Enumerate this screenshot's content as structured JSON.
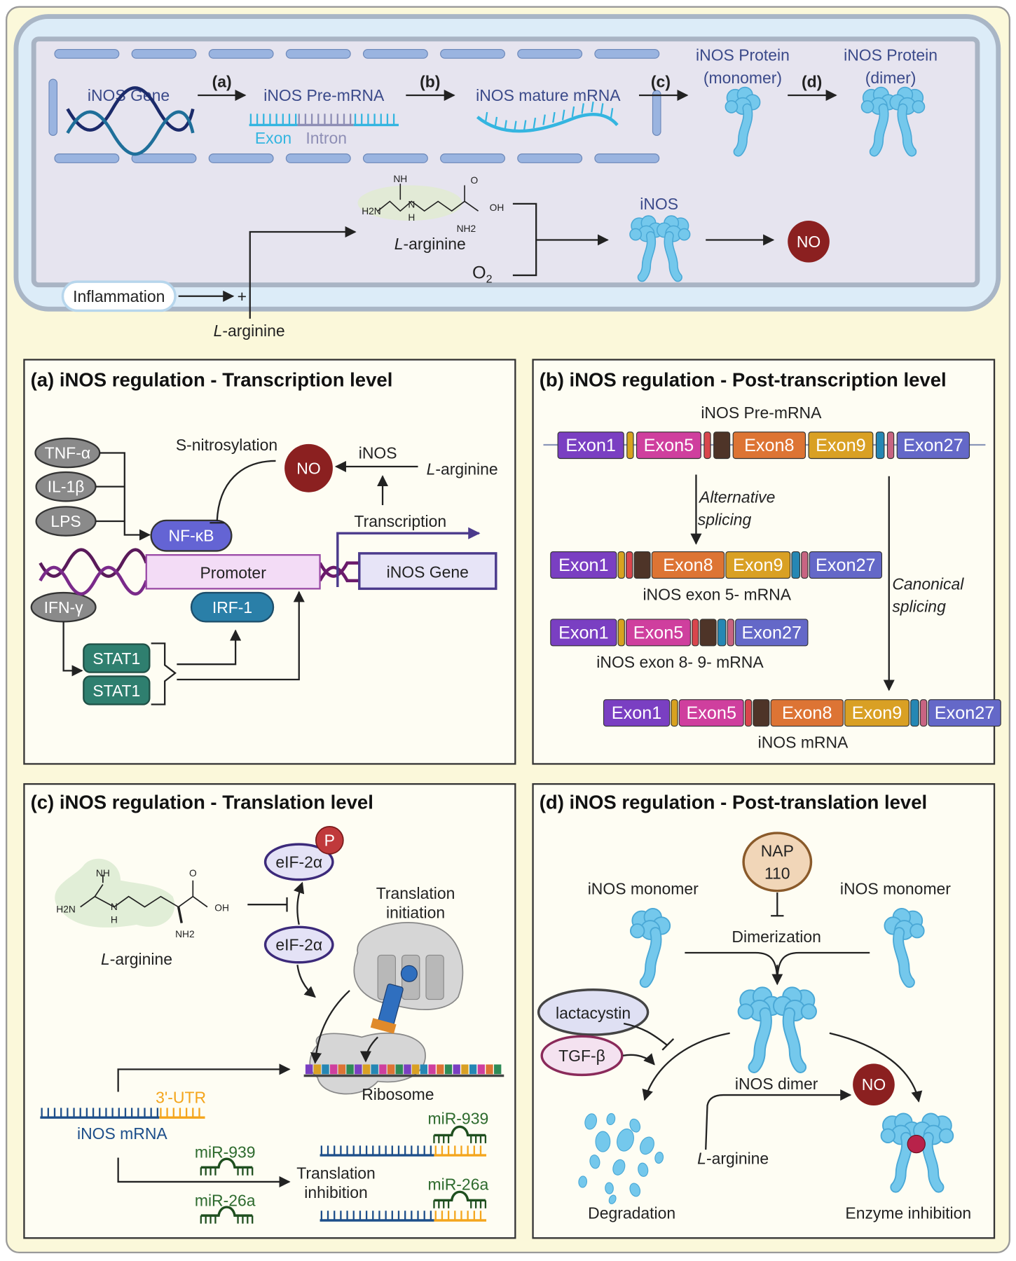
{
  "colors": {
    "background": "#fbf8da",
    "cell_membrane": "#dcecf8",
    "cytoplasm": "#e6e4ef",
    "nucleus": "#9ab4e0",
    "protein": "#74c8ec",
    "no_circle": "#8b2020",
    "exon_text": "#3b4a8a",
    "utr": "#f4a51c",
    "mrna": "#1d4e8a",
    "mirna": "#2e6b2e"
  },
  "overview": {
    "gene": "iNOS Gene",
    "step_a": "(a)",
    "pre_mrna": "iNOS Pre-mRNA",
    "exon": "Exon",
    "intron": "Intron",
    "step_b": "(b)",
    "mature_mrna": "iNOS mature mRNA",
    "step_c": "(c)",
    "monomer_line1": "iNOS Protein",
    "monomer_line2": "(monomer)",
    "step_d": "(d)",
    "dimer_line1": "iNOS Protein",
    "dimer_line2": "(dimer)",
    "chem": {
      "nh": "NH",
      "h2n": "H2N",
      "n": "N",
      "h": "H",
      "o": "O",
      "oh": "OH",
      "nh2": "NH2"
    },
    "larginine": {
      "italic": "L",
      "rest": "-arginine"
    },
    "o2": {
      "base": "O",
      "sub": "2"
    },
    "inos": "iNOS",
    "no": "NO",
    "inflammation": "Inflammation",
    "plus": "+",
    "larginine_in": {
      "italic": "L",
      "rest": "-arginine"
    }
  },
  "panel_a": {
    "title": "(a) iNOS regulation - Transcription level",
    "tnf": "TNF-α",
    "il1b": "IL-1β",
    "lps": "LPS",
    "ifng": "IFN-γ",
    "nfkb": "NF-κB",
    "promoter": "Promoter",
    "gene": "iNOS Gene",
    "irf1": "IRF-1",
    "stat1a": "STAT1",
    "stat1b": "STAT1",
    "snitro": "S-nitrosylation",
    "no": "NO",
    "inos": "iNOS",
    "larginine": {
      "italic": "L",
      "rest": "-arginine"
    },
    "transcription": "Transcription"
  },
  "panel_b": {
    "title": "(b) iNOS regulation - Post-transcription level",
    "pre_mrna": "iNOS Pre-mRNA",
    "alt1": "Alternative",
    "alt2": "splicing",
    "can1": "Canonical",
    "can2": "splicing",
    "segment_colors": {
      "Exon1": "#7a3fc2",
      "Exon5": "#cf3f9e",
      "Exon8": "#dd7434",
      "Exon9": "#d9a024",
      "Exon27": "#6468c8",
      "y": "#d8a21f",
      "r": "#d9464d",
      "k": "#4e3428",
      "b": "#2587b4",
      "p": "#c86482"
    },
    "rows": [
      {
        "segments": [
          "Exon1",
          "y",
          "Exon5",
          "r",
          "k",
          "Exon8",
          "Exon9",
          "b",
          "p",
          "Exon27"
        ],
        "label": ""
      },
      {
        "segments": [
          "Exon1",
          "y",
          "r",
          "k",
          "Exon8",
          "Exon9",
          "b",
          "p",
          "Exon27"
        ],
        "label": "iNOS exon 5- mRNA"
      },
      {
        "segments": [
          "Exon1",
          "y",
          "Exon5",
          "r",
          "k",
          "b",
          "p",
          "Exon27"
        ],
        "label": "iNOS exon 8- 9- mRNA"
      },
      {
        "segments": [
          "Exon1",
          "y",
          "Exon5",
          "r",
          "k",
          "Exon8",
          "Exon9",
          "b",
          "p",
          "Exon27"
        ],
        "label": "iNOS mRNA"
      }
    ]
  },
  "panel_c": {
    "title": "(c) iNOS regulation - Translation level",
    "chem": {
      "nh": "NH",
      "h2n": "H2N",
      "n": "N",
      "h": "H",
      "o": "O",
      "oh": "OH",
      "nh2": "NH2"
    },
    "larginine": {
      "italic": "L",
      "rest": "-arginine"
    },
    "eif_p": "eIF-2α",
    "p": "P",
    "eif": "eIF-2α",
    "init1": "Translation",
    "init2": "initiation",
    "ribosome": "Ribosome",
    "utr": "3'-UTR",
    "mrna": "iNOS mRNA",
    "mir939_left": "miR-939",
    "mir26a_left": "miR-26a",
    "inhib1": "Translation",
    "inhib2": "inhibition",
    "mir939_right": "miR-939",
    "mir26a_right": "miR-26a"
  },
  "panel_d": {
    "title": "(d) iNOS regulation - Post-translation level",
    "nap1": "NAP",
    "nap2": "110",
    "monomer_left": "iNOS monomer",
    "monomer_right": "iNOS monomer",
    "dimerization": "Dimerization",
    "lactacystin": "lactacystin",
    "tgfb": "TGF-β",
    "dimer": "iNOS dimer",
    "no": "NO",
    "larginine": {
      "italic": "L",
      "rest": "-arginine"
    },
    "degradation": "Degradation",
    "enzyme_inhibition": "Enzyme inhibition"
  }
}
